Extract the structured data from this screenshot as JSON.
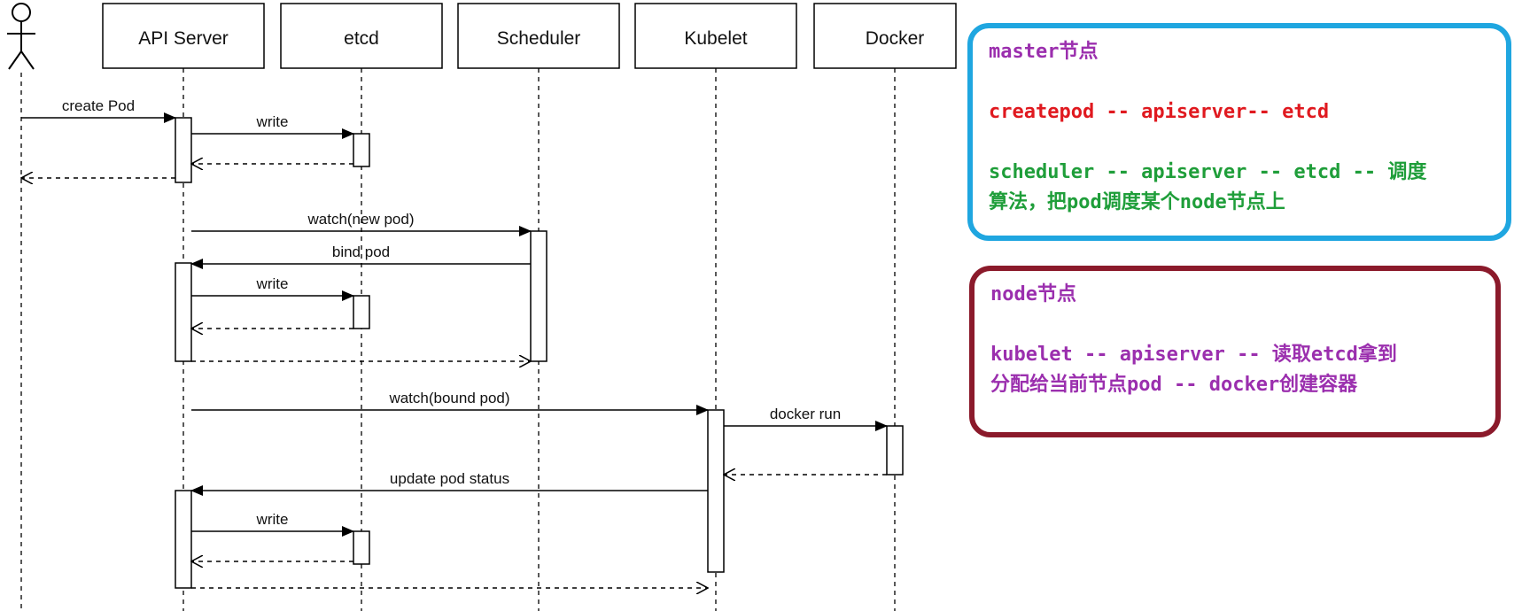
{
  "diagram": {
    "participants": [
      {
        "id": "actor",
        "label": ""
      },
      {
        "id": "api",
        "label": "API Server"
      },
      {
        "id": "etcd",
        "label": "etcd"
      },
      {
        "id": "scheduler",
        "label": "Scheduler"
      },
      {
        "id": "kubelet",
        "label": "Kubelet"
      },
      {
        "id": "docker",
        "label": "Docker"
      }
    ],
    "messages": [
      {
        "label": "create Pod",
        "from": "actor",
        "to": "api",
        "type": "sync"
      },
      {
        "label": "write",
        "from": "api",
        "to": "etcd",
        "type": "sync"
      },
      {
        "label": "",
        "from": "etcd",
        "to": "api",
        "type": "return"
      },
      {
        "label": "",
        "from": "api",
        "to": "actor",
        "type": "return"
      },
      {
        "label": "watch(new pod)",
        "from": "api",
        "to": "scheduler",
        "type": "sync"
      },
      {
        "label": "bind pod",
        "from": "scheduler",
        "to": "api",
        "type": "sync"
      },
      {
        "label": "write",
        "from": "api",
        "to": "etcd",
        "type": "sync"
      },
      {
        "label": "",
        "from": "etcd",
        "to": "api",
        "type": "return"
      },
      {
        "label": "",
        "from": "api",
        "to": "scheduler",
        "type": "return"
      },
      {
        "label": "watch(bound pod)",
        "from": "api",
        "to": "kubelet",
        "type": "sync"
      },
      {
        "label": "docker run",
        "from": "kubelet",
        "to": "docker",
        "type": "sync"
      },
      {
        "label": "",
        "from": "docker",
        "to": "kubelet",
        "type": "return"
      },
      {
        "label": "update pod status",
        "from": "kubelet",
        "to": "api",
        "type": "sync"
      },
      {
        "label": "write",
        "from": "api",
        "to": "etcd",
        "type": "sync"
      },
      {
        "label": "",
        "from": "etcd",
        "to": "api",
        "type": "return"
      },
      {
        "label": "",
        "from": "api",
        "to": "kubelet",
        "type": "return"
      }
    ]
  },
  "notes": {
    "master": {
      "border_color": "#1fa6e0",
      "lines": [
        {
          "text": "master节点",
          "color": "#9b2fae"
        },
        {
          "text": "",
          "color": ""
        },
        {
          "text": "createpod -- apiserver-- etcd",
          "color": "#e0191f"
        },
        {
          "text": "",
          "color": ""
        },
        {
          "text": "scheduler -- apiserver -- etcd -- 调度",
          "color": "#1f9e3a"
        },
        {
          "text": "算法，把pod调度某个node节点上",
          "color": "#1f9e3a"
        }
      ]
    },
    "node": {
      "border_color": "#8b1a2b",
      "lines": [
        {
          "text": "node节点",
          "color": "#9b2fae"
        },
        {
          "text": "",
          "color": ""
        },
        {
          "text": "kubelet -- apiserver -- 读取etcd拿到",
          "color": "#9b2fae"
        },
        {
          "text": "分配给当前节点pod -- docker创建容器",
          "color": "#9b2fae"
        }
      ]
    }
  }
}
